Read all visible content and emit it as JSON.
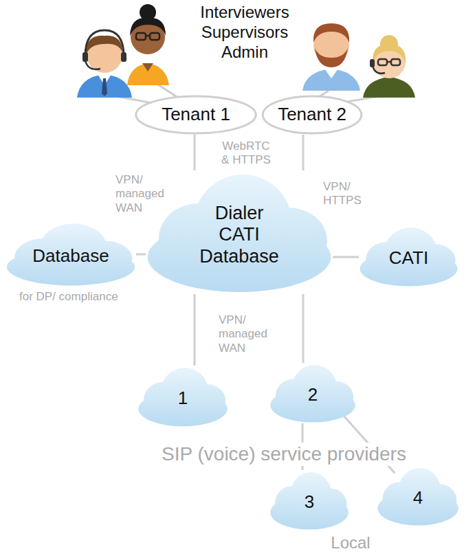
{
  "diagram": {
    "nodes": [
      {
        "text": [
          "Tenant 1"
        ]
      },
      {
        "text": [
          "Tenant 2"
        ]
      },
      {
        "text": [
          "Database"
        ]
      },
      {
        "text": [
          "Dialer CATI Database"
        ]
      },
      {
        "text": [
          "CATI"
        ]
      },
      {
        "text": [
          "1"
        ]
      },
      {
        "text": [
          "2"
        ]
      },
      {
        "text": [
          "3"
        ]
      },
      {
        "text": [
          "4"
        ]
      }
    ],
    "edges": [
      {
        "from": 0,
        "to": 3,
        "arrow": "none"
      },
      {
        "from": 1,
        "to": 3,
        "arrow": "none"
      },
      {
        "from": 2,
        "to": 3,
        "arrow": "none"
      },
      {
        "from": 3,
        "to": 4,
        "arrow": "none"
      },
      {
        "from": 3,
        "to": 5,
        "arrow": "none"
      },
      {
        "from": 3,
        "to": 6,
        "arrow": "none"
      },
      {
        "from": 6,
        "to": 7,
        "arrow": "none"
      },
      {
        "from": 6,
        "to": 8,
        "arrow": "none"
      }
    ],
    "labels": [
      "Interviewers Supervisors Admin",
      "WebRTC & HTTPS",
      "VPN/ managed WAN",
      "VPN/ HTTPS",
      "for DP/ compliance",
      "VPN/ managed WAN",
      "SIP (voice) service providers",
      "Local"
    ]
  }
}
